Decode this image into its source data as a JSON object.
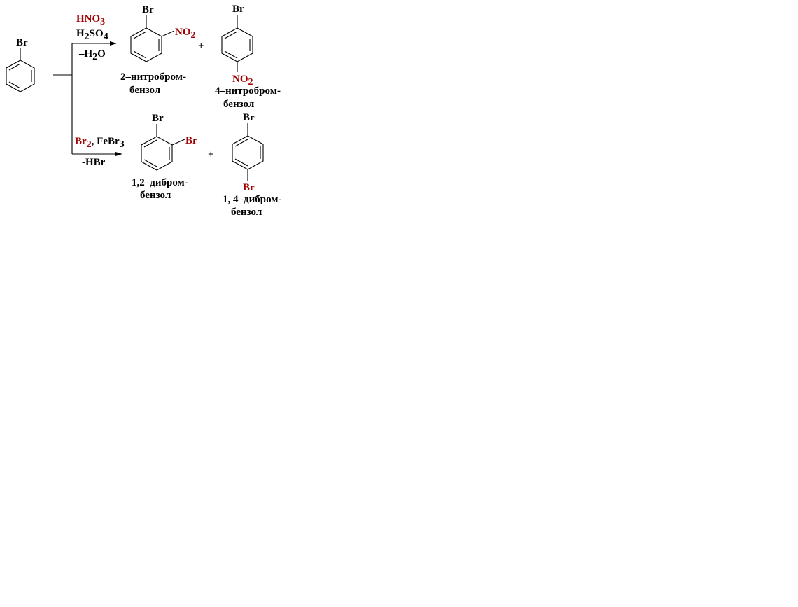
{
  "start_material": {
    "substituent": "Br"
  },
  "nitration": {
    "reagent_1": "HNO",
    "reagent_1_sub": "3",
    "reagent_2_a": "H",
    "reagent_2_sub1": "2",
    "reagent_2_b": "SO",
    "reagent_2_sub2": "4",
    "byproduct_a": "–H",
    "byproduct_sub": "2",
    "byproduct_b": "O",
    "product_ortho": {
      "sub_top": "Br",
      "sub_side": "NO",
      "sub_side_sub": "2",
      "name_line1": "2–нитробром-",
      "name_line2": "бензол"
    },
    "plus": "+",
    "product_para": {
      "sub_top": "Br",
      "sub_bottom": "NO",
      "sub_bottom_sub": "2",
      "name_line1": "4–нитробром-",
      "name_line2": "бензол"
    }
  },
  "bromination": {
    "reagent_red": "Br",
    "reagent_red_sub": "2",
    "reagent_black": ", FeBr",
    "reagent_black_sub": "3",
    "byproduct": "-HBr",
    "product_ortho": {
      "sub_top": "Br",
      "sub_side": "Br",
      "name_line1": "1,2–дибром-",
      "name_line2": "бензол"
    },
    "plus": "+",
    "product_para": {
      "sub_top": "Br",
      "sub_bottom": "Br",
      "name_line1": "1, 4–дибром-",
      "name_line2": "бензол"
    }
  },
  "colors": {
    "accent": "#a00000",
    "text": "#000000",
    "background": "#ffffff"
  }
}
